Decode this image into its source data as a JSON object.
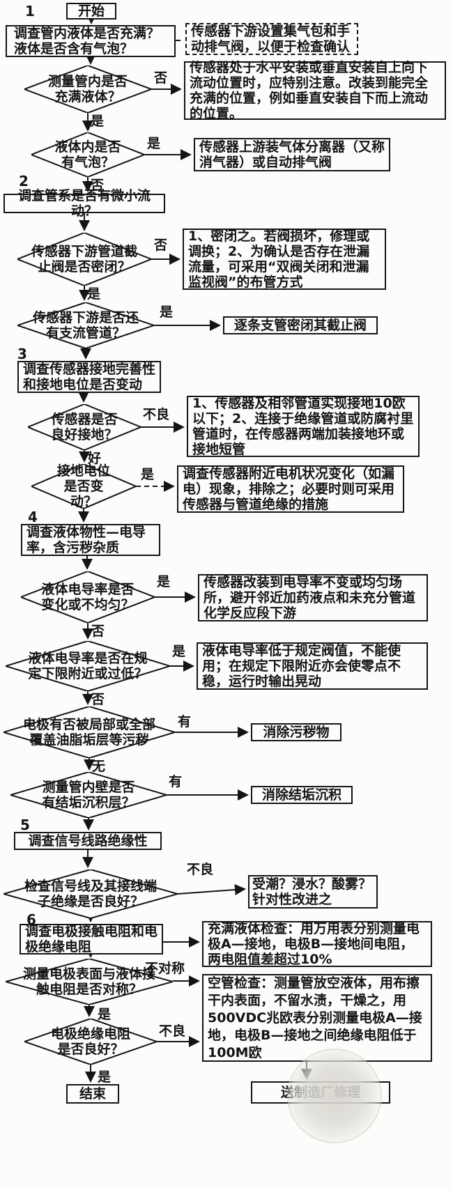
{
  "sections": {
    "s1": "1",
    "s2": "2",
    "s3": "3",
    "s4": "4",
    "s5": "5",
    "s6": "6"
  },
  "terminals": {
    "start": "开始",
    "end": "结束"
  },
  "process": {
    "p1": "调查管内液体是否充满？液体是否含有气泡？",
    "p2": "调查管系是否有微小流动？",
    "p3": "调查传感器接地完善性和接地电位是否变动",
    "p4": "调查液体物性—电导率，含污秽杂质",
    "p5": "调查信号线路绝缘性",
    "p6": "调查电极接触电阻和电极绝缘电阻"
  },
  "decisions": {
    "d1": "测量管内是否充满液体？",
    "d2": "液体内是否有气泡？",
    "d3": "传感器下游管道截止阀是否密闭？",
    "d4": "传感器下游是否还有支流管道？",
    "d5": "传感器是否良好接地？",
    "d6": "接地电位是否变动？",
    "d7": "液体电导率是否变化或不均匀？",
    "d8": "液体电导率是否在规定下限附近或过低？",
    "d9": "电极有否被局部或全部覆盖油脂垢层等污秽",
    "d10": "测量管内壁是否有结垢沉积层？",
    "d11": "检查信号线及其接线端子绝缘是否良好？",
    "d12": "测量电极表面与液体接触电阻是否对称？",
    "d13": "电极绝缘电阻是否良好？"
  },
  "notes": {
    "n0": "传感器下游设置集气包和手动排气阀，以便于检查确认",
    "n1": "传感器处于水平安装或垂直安装自上向下流动位置时，应特别注意。改装到能完全充满的位置，例如垂直安装自下而上流动的位置。",
    "n2": "传感器上游装气体分离器（又称消气器）或自动排气阀",
    "n3": "1、密闭之。若阀损坏，修理或调换；2、为确认是否存在泄漏流量，可采用“双阀关闭和泄漏监视阀”的布管方式",
    "n4": "逐条支管密闭其截止阀",
    "n5": "1、传感器及相邻管道实现接地10欧以下；2、连接于绝缘管道或防腐衬里管道时，在传感器两端加装接地环或接地短管",
    "n6": "调查传感器附近电机状况变化（如漏电）现象，排除之；必要时则可采用传感器与管道绝缘的措施",
    "n7": "传感器改装到电导率不变或均匀场所，避开邻近加药液点和未充分管道化学反应段下游",
    "n8": "液体电导率低于规定阀值，不能使用；在规定下限附近亦会使零点不稳，运行时输出晃动",
    "n9": "消除污秽物",
    "n10": "消除结垢沉积",
    "n11": "受潮？浸水？酸雾？针对性改进之",
    "n12": "充满液体检查：用万用表分别测量电极A—接地，电极B—接地间电阻，两电阻值差超过10%",
    "n13": "空管检查：测量管放空液体，用布擦干内表面，不留水渍，干燥之，用500VDC兆欧表分别测量电极A—接地，电极B—接地之间绝缘电阻低于100M欧",
    "n14": "送制造厂修理"
  },
  "branches": {
    "d1": {
      "right": "否",
      "down": "是"
    },
    "d2": {
      "right": "是",
      "down": "否"
    },
    "d3": {
      "right": "否",
      "down": "是"
    },
    "d4": {
      "right": "是"
    },
    "d5": {
      "right": "不良",
      "down": "好"
    },
    "d6": {
      "right": "是"
    },
    "d7": {
      "right": "是",
      "down": "否"
    },
    "d8": {
      "right": "是",
      "down": "否"
    },
    "d9": {
      "right": "有",
      "down": "无"
    },
    "d10": {
      "right": "有"
    },
    "d11": {
      "right": "不良"
    },
    "d12": {
      "right": "不对称",
      "down": "是"
    },
    "d13": {
      "right": "不良",
      "down": "是"
    }
  }
}
